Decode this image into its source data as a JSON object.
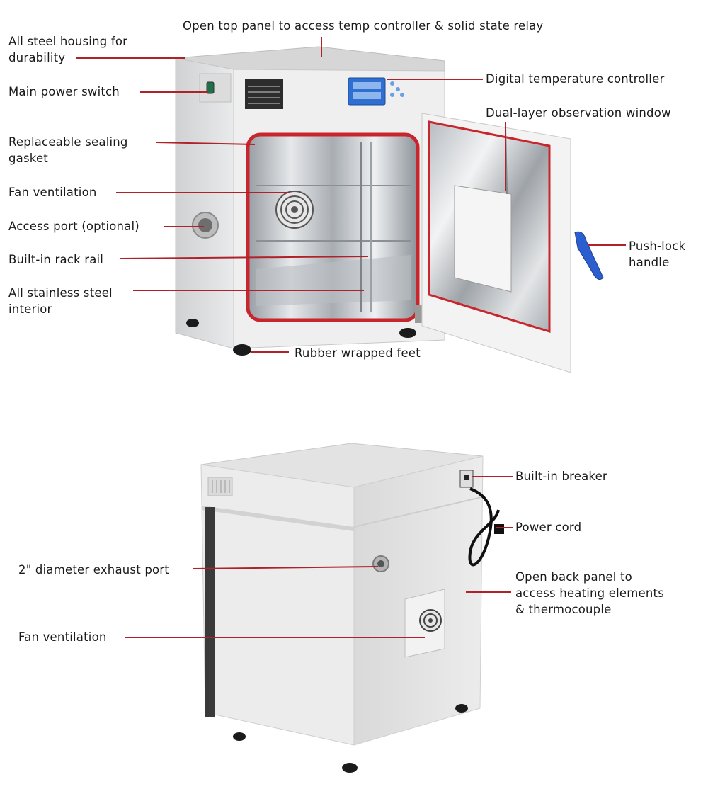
{
  "colors": {
    "leader": "#b0222a",
    "gasket": "#c8262c",
    "housing": "#ececec",
    "housing_shade": "#d4d4d4",
    "steel": "#c6c9cc",
    "display_blue": "#2f6fd1",
    "handle_blue": "#2b5fcf"
  },
  "front_view": {
    "labels": [
      {
        "id": "top-panel",
        "lines": [
          "Open top panel to access temp controller & solid state relay"
        ]
      },
      {
        "id": "housing",
        "lines": [
          "All steel housing for",
          "durability"
        ]
      },
      {
        "id": "power-switch",
        "lines": [
          "Main power switch"
        ]
      },
      {
        "id": "gasket",
        "lines": [
          "Replaceable sealing",
          "gasket"
        ]
      },
      {
        "id": "fan-front",
        "lines": [
          "Fan ventilation"
        ]
      },
      {
        "id": "access-port",
        "lines": [
          "Access port (optional)"
        ]
      },
      {
        "id": "rack-rail",
        "lines": [
          "Built-in rack rail"
        ]
      },
      {
        "id": "interior",
        "lines": [
          "All stainless steel",
          "interior"
        ]
      },
      {
        "id": "feet",
        "lines": [
          "Rubber wrapped feet"
        ]
      },
      {
        "id": "temp-controller",
        "lines": [
          "Digital temperature controller"
        ]
      },
      {
        "id": "window",
        "lines": [
          "Dual-layer observation window"
        ]
      },
      {
        "id": "handle",
        "lines": [
          "Push-lock",
          "handle"
        ]
      }
    ]
  },
  "back_view": {
    "labels": [
      {
        "id": "breaker",
        "lines": [
          "Built-in breaker"
        ]
      },
      {
        "id": "power-cord",
        "lines": [
          "Power cord"
        ]
      },
      {
        "id": "exhaust",
        "lines": [
          "2\" diameter exhaust port"
        ]
      },
      {
        "id": "back-panel",
        "lines": [
          "Open back panel to",
          "access heating elements",
          "& thermocouple"
        ]
      },
      {
        "id": "fan-back",
        "lines": [
          "Fan ventilation"
        ]
      }
    ]
  }
}
